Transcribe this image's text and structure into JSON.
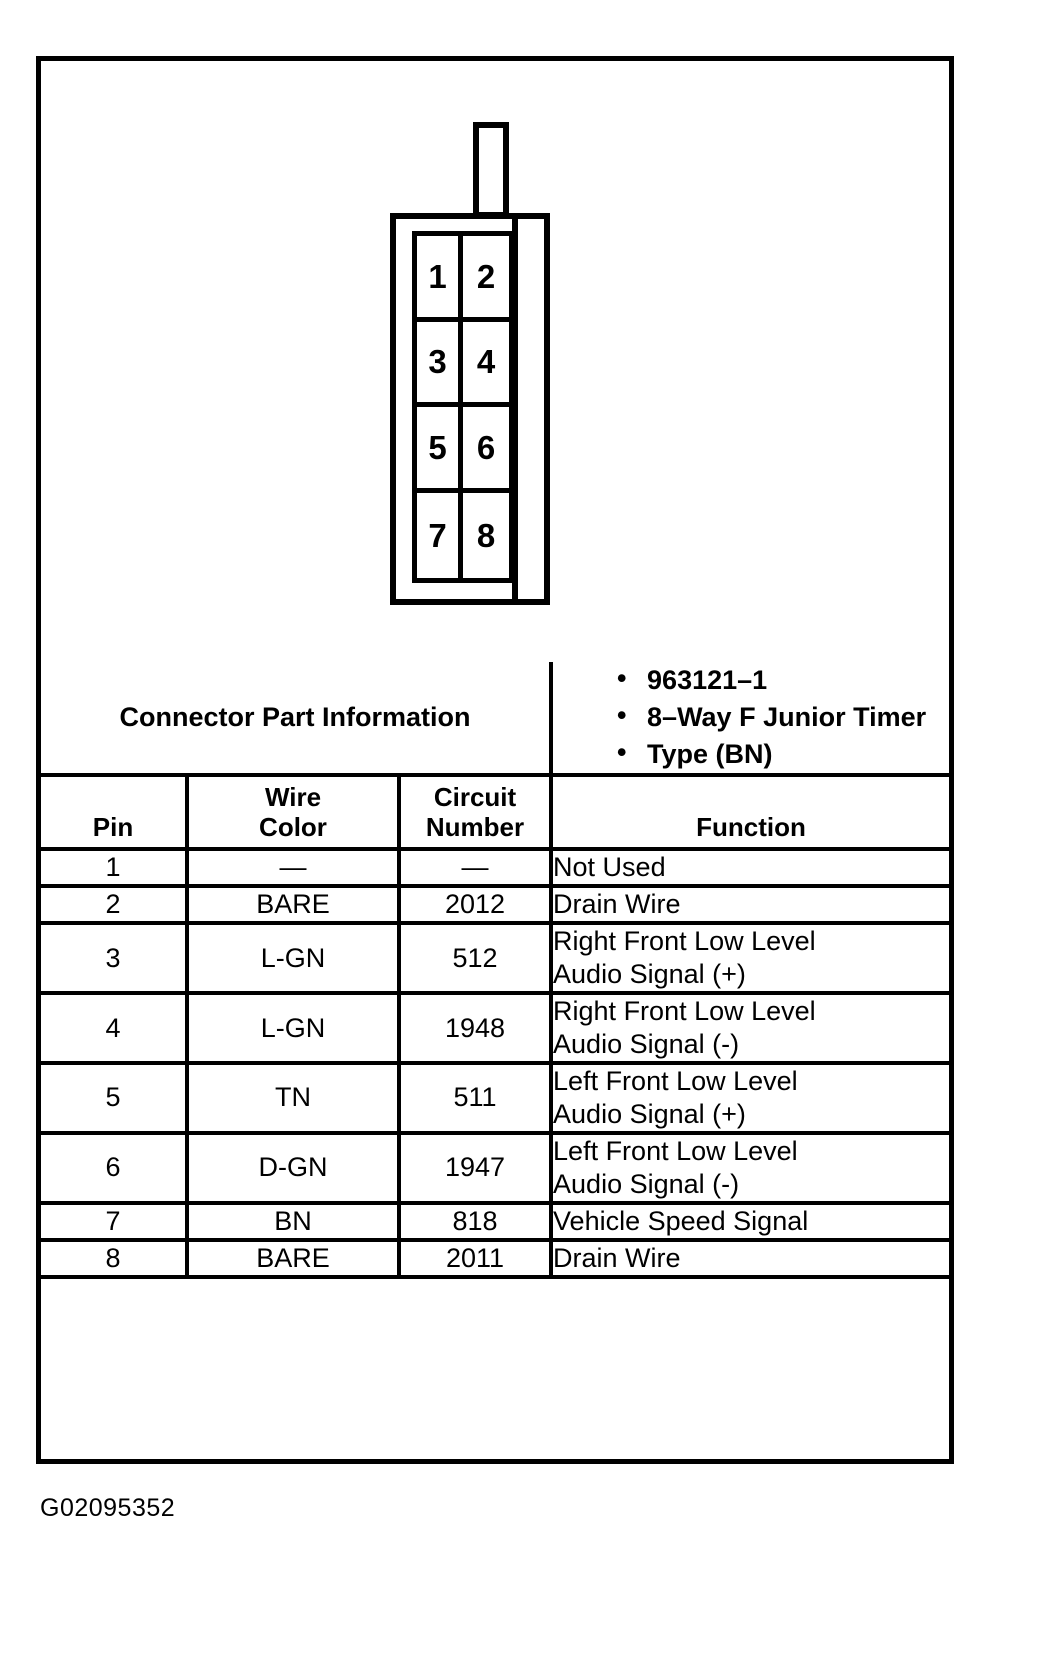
{
  "connector": {
    "pins": [
      "1",
      "2",
      "3",
      "4",
      "5",
      "6",
      "7",
      "8"
    ]
  },
  "table": {
    "connector_part_info_label_line1": "Connector Part",
    "connector_part_info_label_line2": "Information",
    "part_bullets": [
      "963121–1",
      "8–Way F Junior Timer",
      "Type (BN)"
    ],
    "headers": {
      "pin": "Pin",
      "wire_line1": "Wire",
      "wire_line2": "Color",
      "circuit_line1": "Circuit",
      "circuit_line2": "Number",
      "function": "Function"
    },
    "rows": [
      {
        "pin": "1",
        "wire_color": "—",
        "circuit_number": "—",
        "function_line1": "Not Used",
        "function_line2": ""
      },
      {
        "pin": "2",
        "wire_color": "BARE",
        "circuit_number": "2012",
        "function_line1": "Drain Wire",
        "function_line2": ""
      },
      {
        "pin": "3",
        "wire_color": "L-GN",
        "circuit_number": "512",
        "function_line1": "Right Front Low Level",
        "function_line2": "Audio Signal (+)"
      },
      {
        "pin": "4",
        "wire_color": "L-GN",
        "circuit_number": "1948",
        "function_line1": "Right Front Low Level",
        "function_line2": "Audio Signal (-)"
      },
      {
        "pin": "5",
        "wire_color": "TN",
        "circuit_number": "511",
        "function_line1": "Left Front Low Level",
        "function_line2": "Audio Signal (+)"
      },
      {
        "pin": "6",
        "wire_color": "D-GN",
        "circuit_number": "1947",
        "function_line1": "Left Front Low Level",
        "function_line2": "Audio Signal (-)"
      },
      {
        "pin": "7",
        "wire_color": "BN",
        "circuit_number": "818",
        "function_line1": "Vehicle Speed Signal",
        "function_line2": ""
      },
      {
        "pin": "8",
        "wire_color": "BARE",
        "circuit_number": "2011",
        "function_line1": "Drain Wire",
        "function_line2": ""
      }
    ]
  },
  "caption": "G02095352"
}
